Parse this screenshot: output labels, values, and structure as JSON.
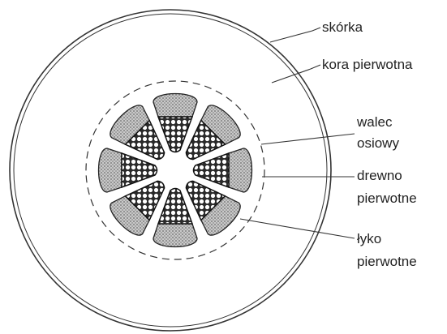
{
  "labels": {
    "skin": "skórka",
    "cortex": "kora pierwotna",
    "stele_line1": "walec",
    "stele_line2": "osiowy",
    "xylem_line1": "drewno",
    "xylem_line2": "pierwotne",
    "phloem_line1": "łyko",
    "phloem_line2": "pierwotne"
  },
  "bundles": {
    "count": 8
  }
}
